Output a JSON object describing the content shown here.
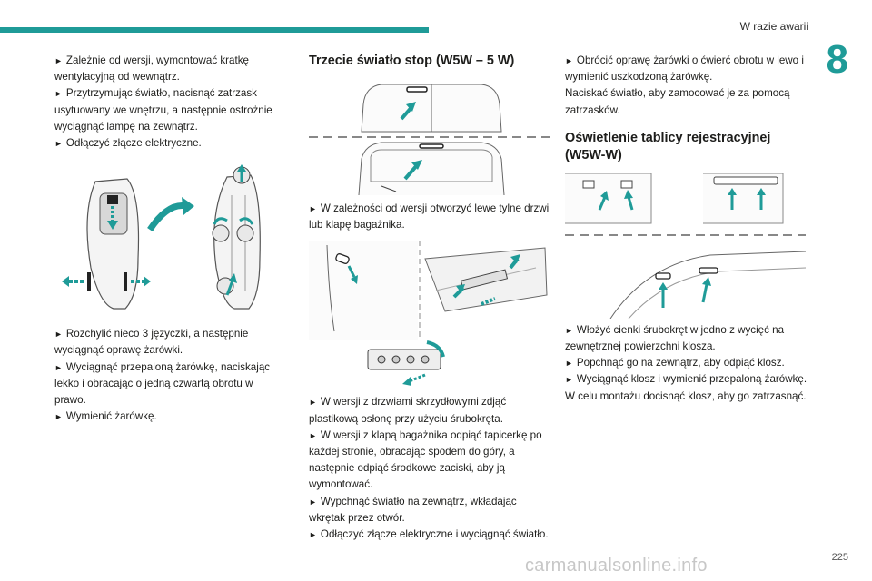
{
  "header": {
    "section_title": "W razie awarii",
    "chapter_number": "8",
    "accent_color": "#1f9b98"
  },
  "col1": {
    "steps_a": [
      "Zależnie od wersji, wymontować kratkę wentylacyjną od wewnątrz.",
      "Przytrzymując światło, nacisnąć zatrzask usytuowany we wnętrzu, a następnie ostrożnie wyciągnąć lampę na zewnątrz.",
      "Odłączyć złącze elektryczne."
    ],
    "steps_b": [
      "Rozchylić nieco 3 języczki, a następnie wyciągnąć oprawę żarówki.",
      "Wyciągnąć przepaloną żarówkę, naciskając lekko i obracając o jedną czwartą obrotu w prawo.",
      "Wymienić żarówkę."
    ]
  },
  "col2": {
    "heading": "Trzecie światło stop (W5W – 5 W)",
    "step_door": "W zależności od wersji otworzyć lewe tylne drzwi lub klapę bagażnika.",
    "steps_b": [
      "W wersji z drzwiami skrzydłowymi zdjąć plastikową osłonę przy użyciu śrubokręta.",
      "W wersji z klapą bagażnika odpiąć tapicerkę po każdej stronie, obracając spodem do góry, a następnie odpiąć środkowe zaciski, aby ją wymontować.",
      "Wypchnąć światło na zewnątrz, wkładając wkrętak przez otwór.",
      "Odłączyć złącze elektryczne i wyciągnąć światło."
    ]
  },
  "col3": {
    "step_rotate": "Obrócić oprawę żarówki o ćwierć obrotu w lewo i wymienić uszkodzoną żarówkę.",
    "note_press": "Naciskać światło, aby zamocować je za pomocą zatrzasków.",
    "heading": "Oświetlenie tablicy rejestracyjnej (W5W-W)",
    "steps": [
      "Włożyć cienki śrubokręt w jedno z wycięć na zewnętrznej powierzchni klosza.",
      "Popchnąć go na zewnątrz, aby odpiąć klosz.",
      "Wyciągnąć klosz i wymienić przepaloną żarówkę."
    ],
    "note_mount": "W celu montażu docisnąć klosz, aby go zatrzasnąć."
  },
  "footer": {
    "page_number": "225",
    "watermark": "carmanualsonline.info"
  },
  "icons": {
    "bullet": "black-right-pointer",
    "arrows": "teal-arrow-icon"
  }
}
